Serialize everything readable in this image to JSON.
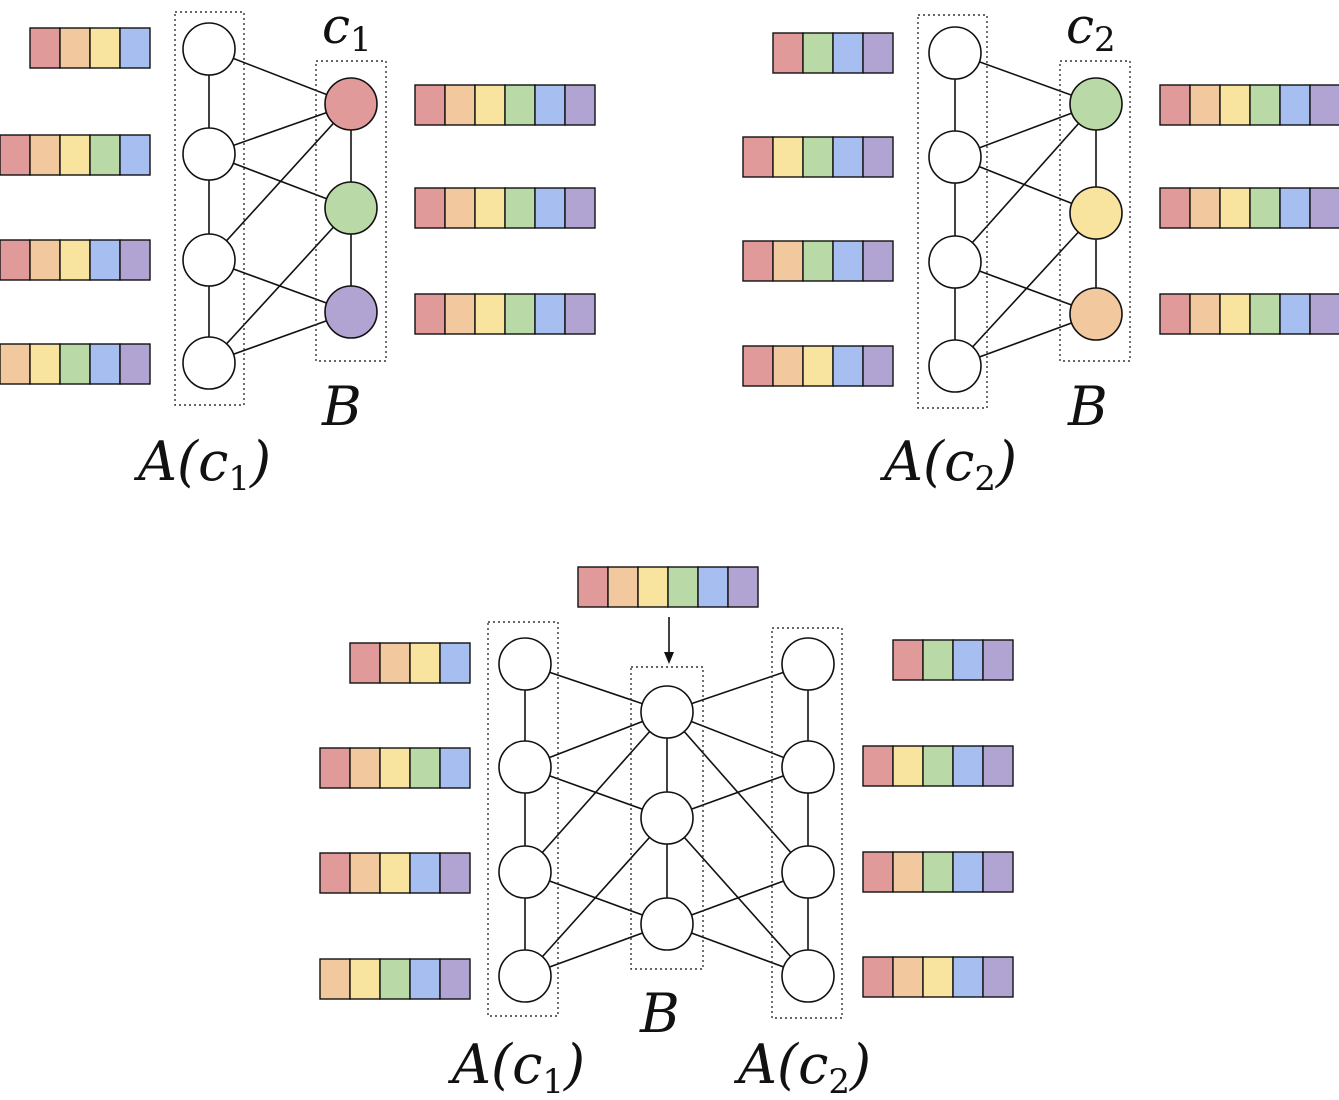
{
  "colors": {
    "red": "#e09a9a",
    "orange": "#f2c89f",
    "yellow": "#f8e39f",
    "green": "#b9d9a6",
    "blue": "#a7bff0",
    "purple": "#b2a4d2",
    "white": "#ffffff"
  },
  "icons": {
    "arrow": "arrow-down-icon"
  },
  "panels": [
    {
      "id": "c1",
      "title": {
        "base": "c",
        "sub": "1"
      },
      "left_label": {
        "base": "A(c",
        "sub": "1",
        "close": ")"
      },
      "right_label": "B",
      "a_nodes": [
        "white",
        "white",
        "white",
        "white"
      ],
      "b_nodes": [
        "red",
        "green",
        "purple"
      ],
      "left_bars": [
        [
          "red",
          "orange",
          "yellow",
          "blue"
        ],
        [
          "red",
          "orange",
          "yellow",
          "green",
          "blue"
        ],
        [
          "red",
          "orange",
          "yellow",
          "blue",
          "purple"
        ],
        [
          "orange",
          "yellow",
          "green",
          "blue",
          "purple"
        ]
      ],
      "right_bars": [
        [
          "red",
          "orange",
          "yellow",
          "green",
          "blue",
          "purple"
        ],
        [
          "red",
          "orange",
          "yellow",
          "green",
          "blue",
          "purple"
        ],
        [
          "red",
          "orange",
          "yellow",
          "green",
          "blue",
          "purple"
        ]
      ]
    },
    {
      "id": "c2",
      "title": {
        "base": "c",
        "sub": "2"
      },
      "left_label": {
        "base": "A(c",
        "sub": "2",
        "close": ")"
      },
      "right_label": "B",
      "a_nodes": [
        "white",
        "white",
        "white",
        "white"
      ],
      "b_nodes": [
        "green",
        "yellow",
        "orange"
      ],
      "left_bars": [
        [
          "red",
          "green",
          "blue",
          "purple"
        ],
        [
          "red",
          "yellow",
          "green",
          "blue",
          "purple"
        ],
        [
          "red",
          "orange",
          "green",
          "blue",
          "purple"
        ],
        [
          "red",
          "orange",
          "yellow",
          "blue",
          "purple"
        ]
      ],
      "right_bars": [
        [
          "red",
          "orange",
          "yellow",
          "green",
          "blue",
          "purple"
        ],
        [
          "red",
          "orange",
          "yellow",
          "green",
          "blue",
          "purple"
        ],
        [
          "red",
          "orange",
          "yellow",
          "green",
          "blue",
          "purple"
        ]
      ]
    }
  ],
  "combined": {
    "top_bar": [
      "red",
      "orange",
      "yellow",
      "green",
      "blue",
      "purple"
    ],
    "label_a1": {
      "base": "A(c",
      "sub": "1",
      "close": ")"
    },
    "label_b": "B",
    "label_a2": {
      "base": "A(c",
      "sub": "2",
      "close": ")"
    },
    "a1_nodes": [
      "white",
      "white",
      "white",
      "white"
    ],
    "b_nodes": [
      "white",
      "white",
      "white"
    ],
    "a2_nodes": [
      "white",
      "white",
      "white",
      "white"
    ],
    "left_bars": [
      [
        "red",
        "orange",
        "yellow",
        "blue"
      ],
      [
        "red",
        "orange",
        "yellow",
        "green",
        "blue"
      ],
      [
        "red",
        "orange",
        "yellow",
        "blue",
        "purple"
      ],
      [
        "orange",
        "yellow",
        "green",
        "blue",
        "purple"
      ]
    ],
    "right_bars": [
      [
        "red",
        "green",
        "blue",
        "purple"
      ],
      [
        "red",
        "yellow",
        "green",
        "blue",
        "purple"
      ],
      [
        "red",
        "orange",
        "green",
        "blue",
        "purple"
      ],
      [
        "red",
        "orange",
        "yellow",
        "blue",
        "purple"
      ]
    ]
  }
}
